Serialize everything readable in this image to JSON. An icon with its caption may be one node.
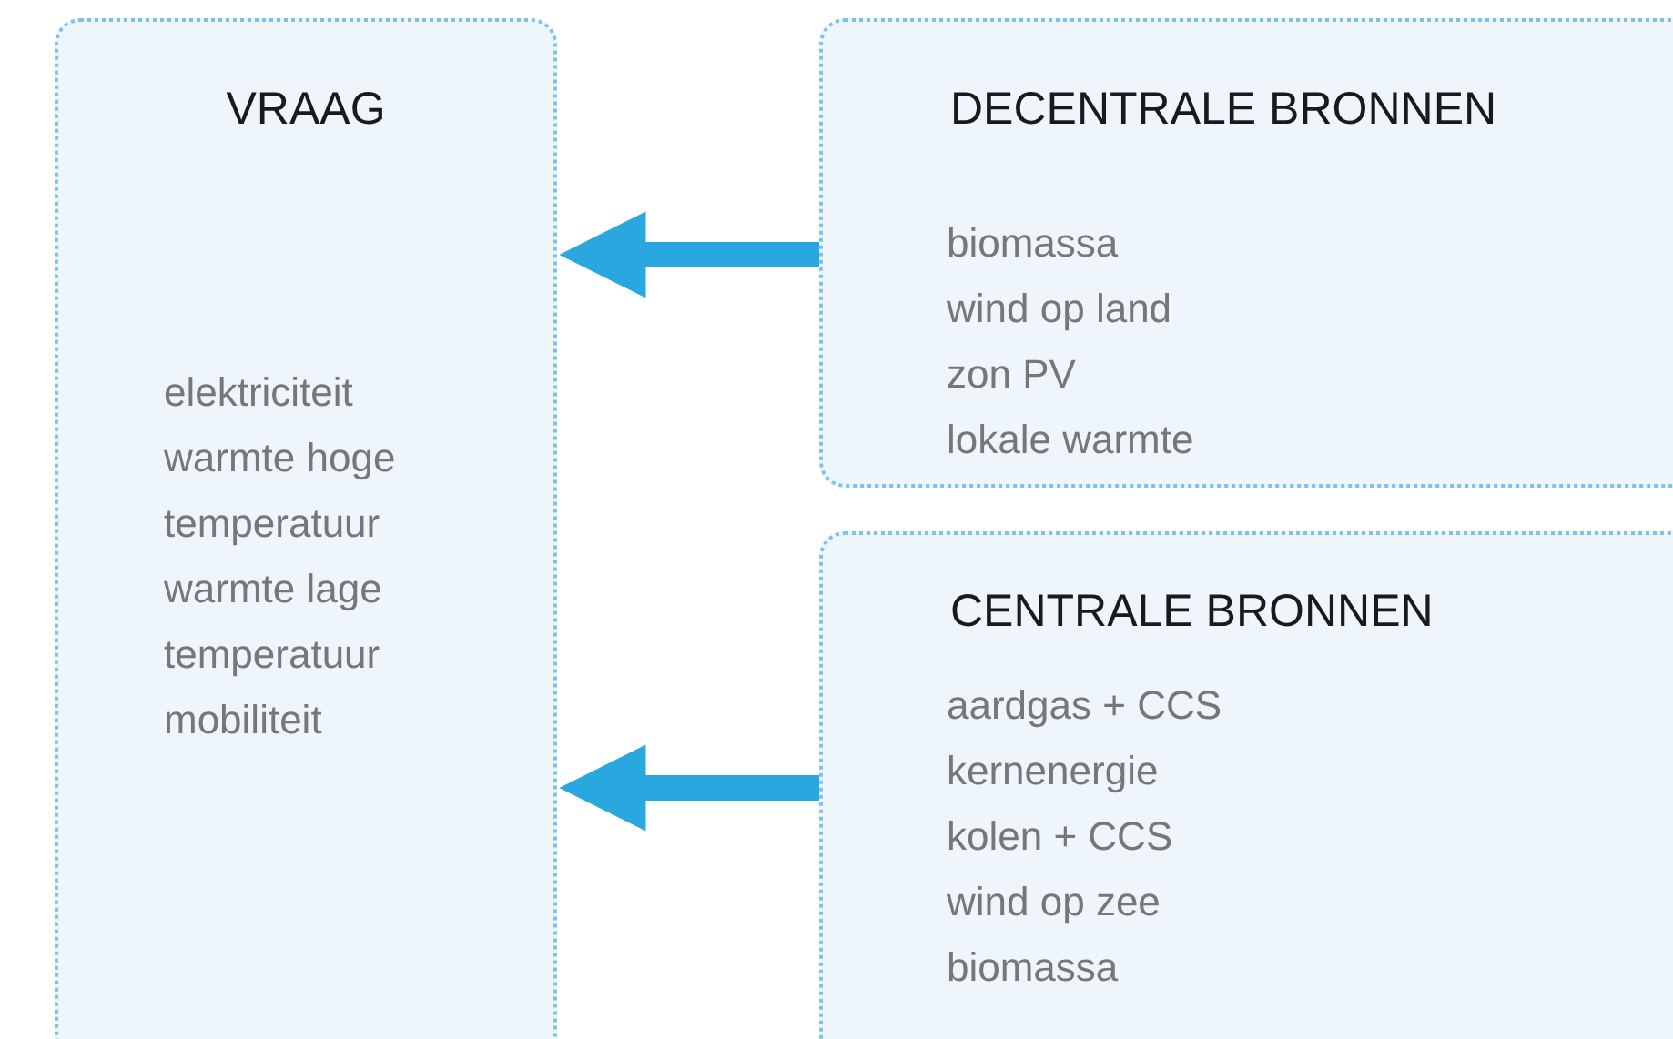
{
  "diagram": {
    "nodes": [
      {
        "text": [
          "VRAAG",
          "elektriciteit",
          "warmte hoge temperatuur",
          "warmte lage temperatuur",
          "mobiliteit"
        ]
      },
      {
        "text": [
          "DECENTRALE BRONNEN",
          "biomassa",
          "wind op land",
          "zon PV",
          "lokale warmte"
        ]
      },
      {
        "text": [
          "CENTRALE BRONNEN",
          "aardgas + CCS",
          "kernenergie",
          "kolen + CCS",
          "wind op zee",
          "biomassa"
        ]
      }
    ],
    "edges": [
      {
        "from": 1,
        "to": 0,
        "arrow": "to"
      },
      {
        "from": 2,
        "to": 0,
        "arrow": "to"
      }
    ]
  }
}
